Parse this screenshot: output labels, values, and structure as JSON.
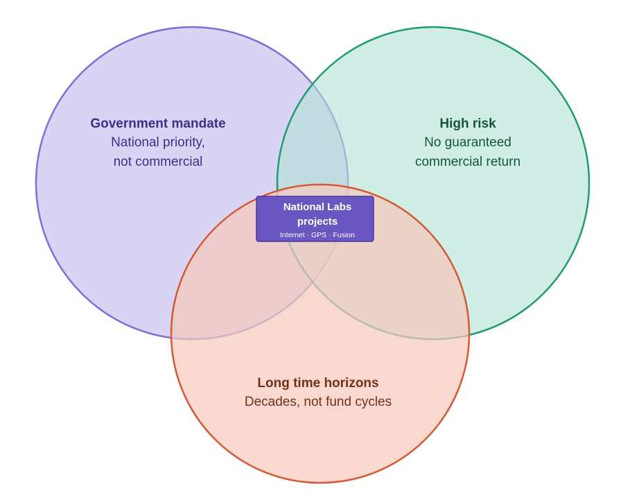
{
  "diagram": {
    "type": "venn",
    "sets": [
      {
        "id": "government",
        "title": "Government mandate",
        "lines": [
          "National priority,",
          "not commercial"
        ],
        "fill": "#d9d3f4",
        "stroke": "#7b6fd8",
        "text_color": "#3d2f8a"
      },
      {
        "id": "risk",
        "title": "High risk",
        "lines": [
          "No guaranteed",
          "commercial return"
        ],
        "fill": "#b3e4d6",
        "stroke": "#1e9a73",
        "text_color": "#17543f"
      },
      {
        "id": "time",
        "title": "Long time horizons",
        "lines": [
          "Decades, not fund cycles"
        ],
        "fill": "#f6c9bc",
        "stroke": "#d35a35",
        "text_color": "#74311a"
      }
    ],
    "intersection": {
      "title_line1": "National Labs",
      "title_line2": "projects",
      "examples": "Internet · GPS · Fusion",
      "fill": "#6a56c0",
      "stroke": "#4a3aa0"
    }
  }
}
